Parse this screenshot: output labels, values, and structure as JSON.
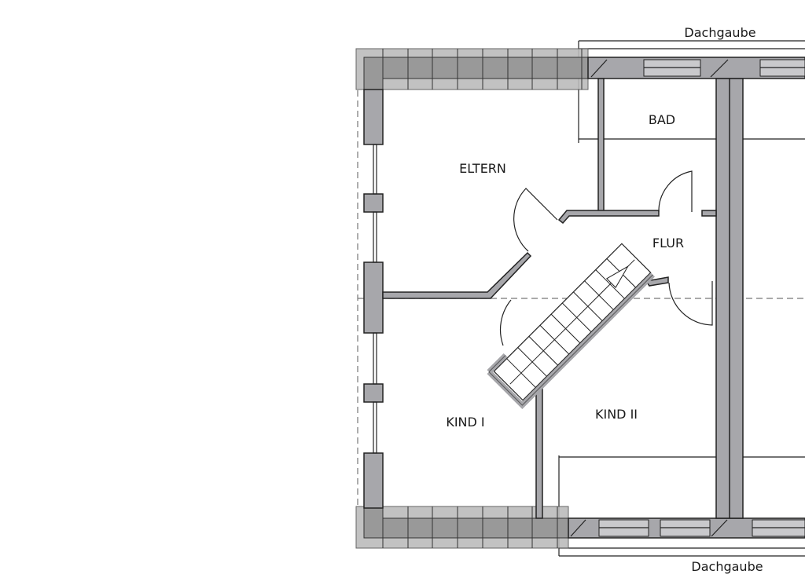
{
  "plan": {
    "labels": {
      "dormer_top": "Dachgaube",
      "dormer_bottom": "Dachgaube",
      "bathroom": "BAD",
      "parents": "ELTERN",
      "hallway": "FLUR",
      "child_1": "KIND I",
      "child_2": "KIND II"
    },
    "colors": {
      "wall": "#a7a7ab",
      "roof_overhang": "#bcbcbc",
      "line": "#222222"
    }
  }
}
